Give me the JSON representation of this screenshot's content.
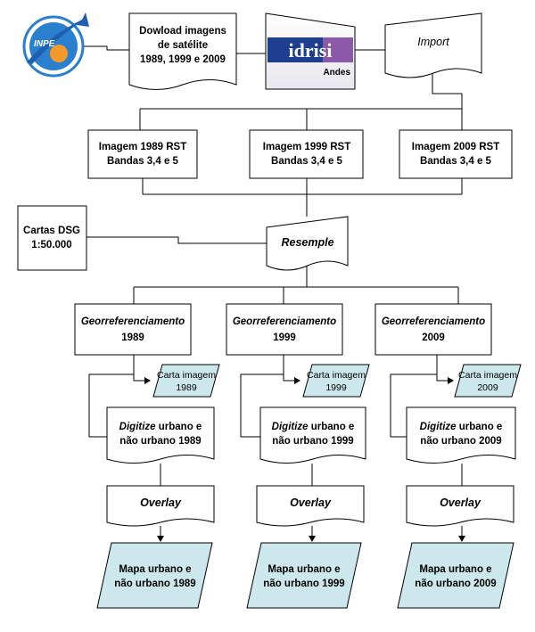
{
  "logo": {
    "text": "INPE"
  },
  "download": {
    "line1": "Dowload imagens",
    "line2": "de satélite",
    "line3": "1989, 1999 e 2009"
  },
  "idrisi": {
    "name": "idrisi",
    "edition": "Andes"
  },
  "import": {
    "label": "Import"
  },
  "images": [
    {
      "line1": "Imagem  1989 RST",
      "line2": "Bandas 3,4 e 5"
    },
    {
      "line1": "Imagem  1999 RST",
      "line2": "Bandas 3,4 e 5"
    },
    {
      "line1": "Imagem  2009 RST",
      "line2": "Bandas 3,4 e 5"
    }
  ],
  "cartas": {
    "line1": "Cartas DSG",
    "line2": "1:50.000"
  },
  "resemple": {
    "label": "Resemple"
  },
  "georef": [
    {
      "line1": "Georreferenciamento",
      "line2": "1989"
    },
    {
      "line1": "Georreferenciamento",
      "line2": "1999"
    },
    {
      "line1": "Georreferenciamento",
      "line2": "2009"
    }
  ],
  "carta_imagem": [
    {
      "line1": "Carta imagem",
      "line2": "1989"
    },
    {
      "line1": "Carta imagem",
      "line2": "1999"
    },
    {
      "line1": "Carta imagem",
      "line2": "2009"
    }
  ],
  "digitize": [
    {
      "word": "Digitize",
      "rest": " urbano e",
      "line2": "não urbano 1989"
    },
    {
      "word": "Digitize",
      "rest": " urbano e",
      "line2": "não urbano 1999"
    },
    {
      "word": "Digitize",
      "rest": " urbano e",
      "line2": "não urbano 2009"
    }
  ],
  "overlay": [
    {
      "label": "Overlay"
    },
    {
      "label": "Overlay"
    },
    {
      "label": "Overlay"
    }
  ],
  "mapa": [
    {
      "line1": "Mapa urbano e",
      "line2": "não urbano 1989"
    },
    {
      "line1": "Mapa urbano e",
      "line2": "não urbano 1999"
    },
    {
      "line1": "Mapa urbano e",
      "line2": "não urbano 2009"
    }
  ],
  "colors": {
    "teal": "#cde8ec",
    "idrisi_blue": "#1e3f8f",
    "idrisi_purple": "#8a5aa8",
    "inpe_blue": "#2a7fcf",
    "inpe_orange": "#f39a2a"
  }
}
